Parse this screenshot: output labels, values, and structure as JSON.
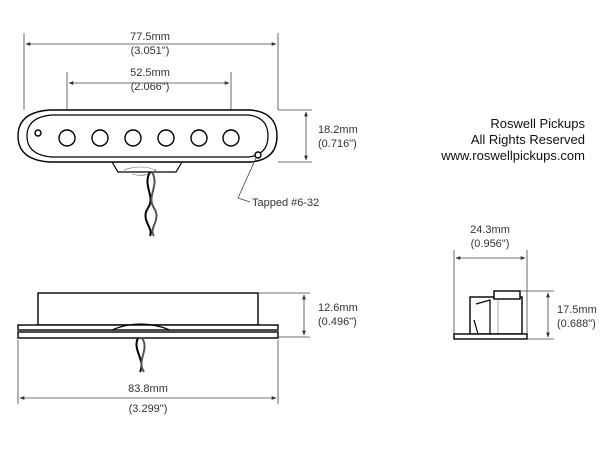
{
  "brand": {
    "name": "Roswell Pickups",
    "rights": "All Rights Reserved",
    "url": "www.roswellpickups.com"
  },
  "dimensions": {
    "top_overall": {
      "mm": "77.5mm",
      "in": "(3.051\")"
    },
    "top_pole_spacing": {
      "mm": "52.5mm",
      "in": "(2.066\")"
    },
    "top_height": {
      "mm": "18.2mm",
      "in": "(0.716\")"
    },
    "tap_note": "Tapped #6-32",
    "side_height": {
      "mm": "12.6mm",
      "in": "(0.496\")"
    },
    "side_overall": {
      "mm": "83.8mm",
      "in": "(3.299\")"
    },
    "end_width": {
      "mm": "24.3mm",
      "in": "(0.956\")"
    },
    "end_height": {
      "mm": "17.5mm",
      "in": "(0.688\")"
    }
  },
  "colors": {
    "line": "#444444",
    "outline": "#000000",
    "text": "#333333"
  }
}
